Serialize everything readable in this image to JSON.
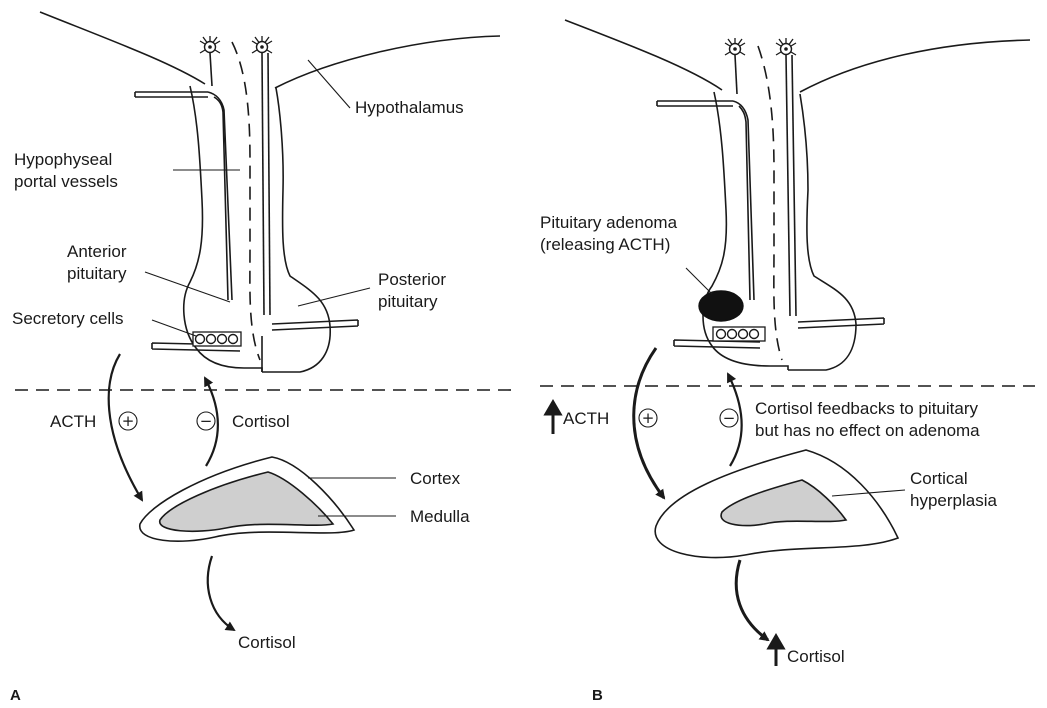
{
  "panel_a": {
    "letter": "A",
    "hypothalamus": "Hypothalamus",
    "portal_line1": "Hypophyseal",
    "portal_line2": "portal vessels",
    "anterior_line1": "Anterior",
    "anterior_line2": "pituitary",
    "posterior_line1": "Posterior",
    "posterior_line2": "pituitary",
    "secretory": "Secretory cells",
    "acth": "ACTH",
    "cortisol_feedback": "Cortisol",
    "cortex": "Cortex",
    "medulla": "Medulla",
    "cortisol_out": "Cortisol",
    "plus": "+",
    "minus": "−"
  },
  "panel_b": {
    "letter": "B",
    "adenoma_line1": "Pituitary adenoma",
    "adenoma_line2": "(releasing ACTH)",
    "acth": "ACTH",
    "feedback_line1": "Cortisol feedbacks to pituitary",
    "feedback_line2": "but has no effect on adenoma",
    "hyperplasia_line1": "Cortical",
    "hyperplasia_line2": "hyperplasia",
    "cortisol_out": "Cortisol",
    "plus": "+",
    "minus": "−"
  },
  "colors": {
    "ink": "#1a1a1a",
    "medulla_fill": "#cfcfcf",
    "adenoma_fill": "#111111",
    "background": "#ffffff"
  }
}
